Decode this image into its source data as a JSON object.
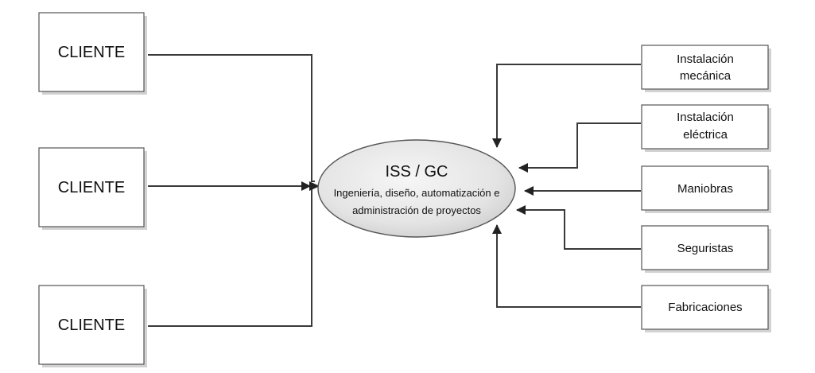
{
  "clients": [
    {
      "label": "CLIENTE"
    },
    {
      "label": "CLIENTE"
    },
    {
      "label": "CLIENTE"
    }
  ],
  "center": {
    "title": "ISS / GC",
    "line1": "Ingeniería, diseño, automatización e",
    "line2": "administración de proyectos"
  },
  "suppliers": [
    {
      "line1": "Instalación",
      "line2": "mecánica"
    },
    {
      "line1": "Instalación",
      "line2": "eléctrica"
    },
    {
      "line1": "Maniobras",
      "line2": ""
    },
    {
      "line1": "Seguristas",
      "line2": ""
    },
    {
      "line1": "Fabricaciones",
      "line2": ""
    }
  ]
}
